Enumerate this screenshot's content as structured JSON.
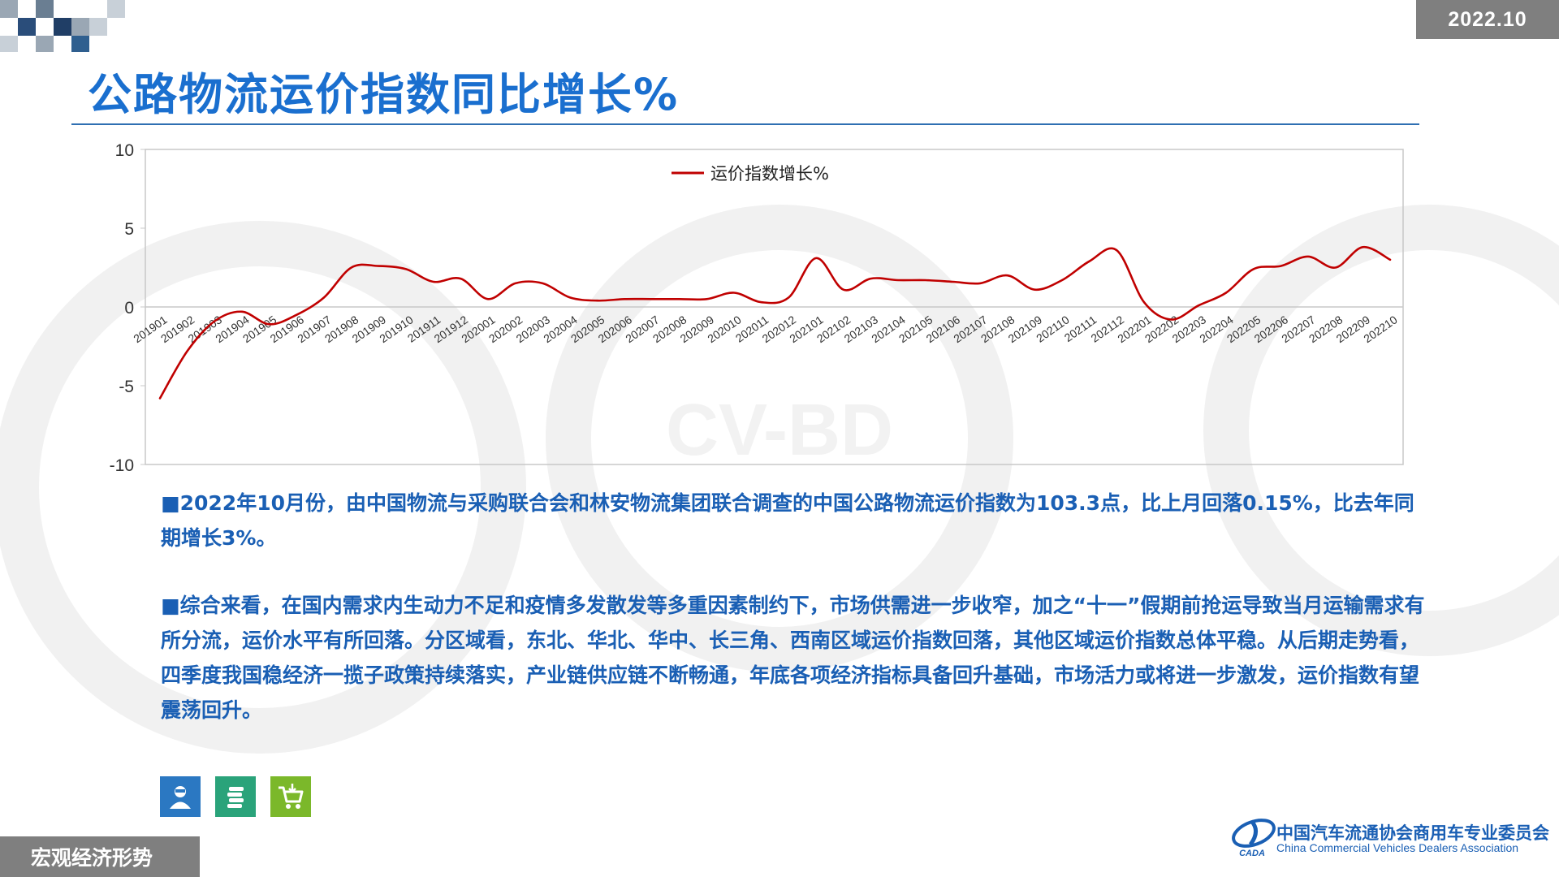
{
  "header": {
    "date": "2022.10",
    "title": "公路物流运价指数同比增长%"
  },
  "chart_data": {
    "type": "line",
    "title": "",
    "xlabel": "",
    "ylabel": "",
    "ylim": [
      -10,
      10
    ],
    "yticks": [
      10,
      5,
      0,
      -5,
      -10
    ],
    "grid": false,
    "legend_position": "top-center",
    "categories": [
      "201901",
      "201902",
      "201903",
      "201904",
      "201905",
      "201906",
      "201907",
      "201908",
      "201909",
      "201910",
      "201911",
      "201912",
      "202001",
      "202002",
      "202003",
      "202004",
      "202005",
      "202006",
      "202007",
      "202008",
      "202009",
      "202010",
      "202011",
      "202012",
      "202101",
      "202102",
      "202103",
      "202104",
      "202105",
      "202106",
      "202107",
      "202108",
      "202109",
      "202110",
      "202111",
      "202112",
      "202201",
      "202202",
      "202203",
      "202204",
      "202205",
      "202206",
      "202207",
      "202208",
      "202209",
      "202210"
    ],
    "series": [
      {
        "name": "运价指数增长%",
        "color": "#c00000",
        "values": [
          -5.8,
          -2.8,
          -0.9,
          -0.3,
          -1.1,
          -0.5,
          0.6,
          2.5,
          2.6,
          2.4,
          1.6,
          1.8,
          0.5,
          1.5,
          1.5,
          0.6,
          0.4,
          0.5,
          0.5,
          0.5,
          0.5,
          0.9,
          0.3,
          0.6,
          3.1,
          1.1,
          1.8,
          1.7,
          1.7,
          1.6,
          1.5,
          2.0,
          1.1,
          1.7,
          2.9,
          3.6,
          0.3,
          -0.8,
          0.1,
          0.9,
          2.4,
          2.6,
          3.2,
          2.5,
          3.8,
          3.0
        ]
      }
    ]
  },
  "text": {
    "para1": "■2022年10月份，由中国物流与采购联合会和林安物流集团联合调查的中国公路物流运价指数为103.3点，比上月回落0.15%，比去年同期增长3%。",
    "para2": "■综合来看，在国内需求内生动力不足和疫情多发散发等多重因素制约下，市场供需进一步收窄，加之“十一”假期前抢运导致当月运输需求有所分流，运价水平有所回落。分区域看，东北、华北、华中、长三角、西南区域运价指数回落，其他区域运价指数总体平稳。从后期走势看，四季度我国稳经济一揽子政策持续落实，产业链供应链不断畅通，年底各项经济指标具备回升基础，市场活力或将进一步激发，运价指数有望震荡回升。"
  },
  "icons": [
    {
      "name": "person-icon",
      "color": "#2b78c2"
    },
    {
      "name": "coins-icon",
      "color": "#2aa37a"
    },
    {
      "name": "cart-icon",
      "color": "#7bb82a"
    }
  ],
  "footer": {
    "section_label": "宏观经济形势",
    "org_name_cn": "中国汽车流通协会商用车专业委员会",
    "org_name_en": "China Commercial Vehicles Dealers Association",
    "org_logo_text": "CADA"
  },
  "watermark": {
    "text": "CV-BD"
  }
}
